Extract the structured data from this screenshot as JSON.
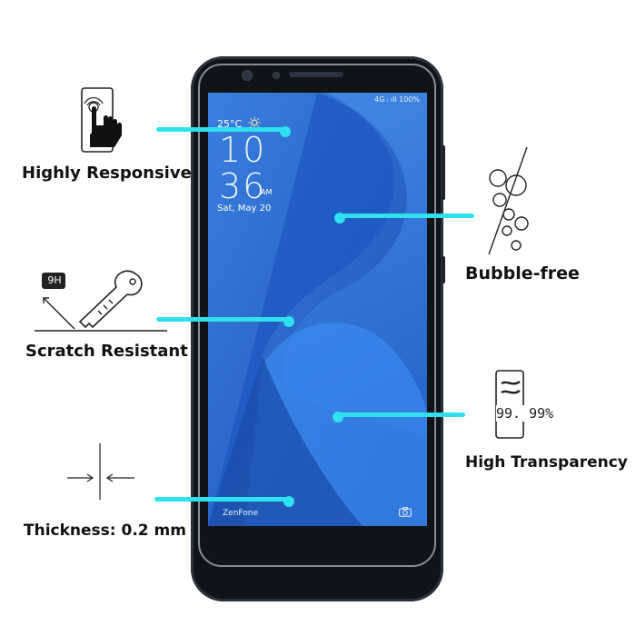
{
  "features": {
    "responsive": "Highly Responsive",
    "scratch": "Scratch Resistant",
    "thickness": "Thickness: 0.2 mm",
    "bubble": "Bubble-free",
    "transparency": "High Transparency"
  },
  "icons": {
    "hardness_badge": "9H",
    "transparency_value": "99. 99%"
  },
  "screen": {
    "status": "4G ᵢ ıll 100%",
    "weather": "25°C",
    "hour": "10",
    "minute": "36",
    "ampm": "AM",
    "date": "Sat, May 20",
    "brand": "ZenFone"
  },
  "colors": {
    "accent": "#2fe0ee",
    "screen_blue": "#1e5fc8",
    "phone_body": "#101418"
  }
}
